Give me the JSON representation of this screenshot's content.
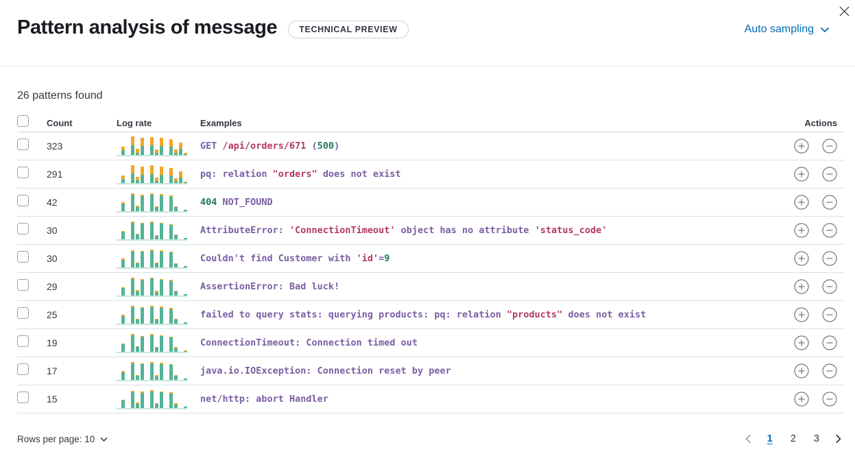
{
  "header": {
    "title": "Pattern analysis of message",
    "badge": "TECHNICAL PREVIEW",
    "sampling_label": "Auto sampling"
  },
  "summary": "26 patterns found",
  "table": {
    "headers": {
      "count": "Count",
      "log_rate": "Log rate",
      "examples": "Examples",
      "actions": "Actions"
    }
  },
  "rows": [
    {
      "count": "323",
      "tokens": [
        {
          "t": "GET",
          "c": "p"
        },
        {
          "t": " /api/orders/671",
          "c": "r"
        },
        {
          "t": " (",
          "c": "p"
        },
        {
          "t": "500",
          "c": "g"
        },
        {
          "t": ")",
          "c": "p"
        }
      ],
      "bars": [
        [
          3,
          0
        ],
        [
          30,
          16
        ],
        [
          3,
          0
        ],
        [
          55,
          43
        ],
        [
          18,
          18
        ],
        [
          50,
          40
        ],
        [
          4,
          0
        ],
        [
          52,
          43
        ],
        [
          16,
          18
        ],
        [
          50,
          41
        ],
        [
          3,
          0
        ],
        [
          46,
          38
        ],
        [
          16,
          16
        ],
        [
          36,
          30
        ],
        [
          10,
          7
        ]
      ]
    },
    {
      "count": "291",
      "tokens": [
        {
          "t": "pq: relation ",
          "c": "p"
        },
        {
          "t": "\"orders\"",
          "c": "r"
        },
        {
          "t": " does not exist",
          "c": "p"
        }
      ],
      "bars": [
        [
          3,
          0
        ],
        [
          28,
          15
        ],
        [
          3,
          0
        ],
        [
          52,
          40
        ],
        [
          20,
          16
        ],
        [
          48,
          38
        ],
        [
          4,
          0
        ],
        [
          50,
          42
        ],
        [
          18,
          16
        ],
        [
          48,
          40
        ],
        [
          3,
          0
        ],
        [
          44,
          36
        ],
        [
          16,
          14
        ],
        [
          34,
          28
        ],
        [
          9,
          6
        ]
      ]
    },
    {
      "count": "42",
      "tokens": [
        {
          "t": "404",
          "c": "g"
        },
        {
          "t": " NOT_FOUND",
          "c": "p"
        }
      ],
      "bars": [
        [
          3,
          0
        ],
        [
          44,
          6
        ],
        [
          3,
          0
        ],
        [
          86,
          7
        ],
        [
          28,
          4
        ],
        [
          80,
          6
        ],
        [
          4,
          0
        ],
        [
          86,
          7
        ],
        [
          26,
          4
        ],
        [
          84,
          6
        ],
        [
          3,
          0
        ],
        [
          78,
          6
        ],
        [
          26,
          4
        ],
        [
          3,
          0
        ],
        [
          12,
          2
        ]
      ]
    },
    {
      "count": "30",
      "tokens": [
        {
          "t": "AttributeError: ",
          "c": "p"
        },
        {
          "t": "'ConnectionTimeout'",
          "c": "r"
        },
        {
          "t": " object has no attribute ",
          "c": "p"
        },
        {
          "t": "'status_code'",
          "c": "r"
        }
      ],
      "bars": [
        [
          3,
          0
        ],
        [
          42,
          4
        ],
        [
          3,
          0
        ],
        [
          88,
          5
        ],
        [
          30,
          4
        ],
        [
          82,
          4
        ],
        [
          4,
          0
        ],
        [
          88,
          5
        ],
        [
          24,
          4
        ],
        [
          84,
          4
        ],
        [
          3,
          0
        ],
        [
          76,
          4
        ],
        [
          26,
          4
        ],
        [
          3,
          0
        ],
        [
          13,
          2
        ]
      ]
    },
    {
      "count": "30",
      "tokens": [
        {
          "t": "Couldn't find Customer with ",
          "c": "p"
        },
        {
          "t": "'id'",
          "c": "r"
        },
        {
          "t": "=",
          "c": "p"
        },
        {
          "t": "9",
          "c": "g"
        }
      ],
      "bars": [
        [
          3,
          0
        ],
        [
          45,
          5
        ],
        [
          3,
          0
        ],
        [
          85,
          6
        ],
        [
          27,
          3
        ],
        [
          82,
          5
        ],
        [
          4,
          0
        ],
        [
          87,
          6
        ],
        [
          26,
          4
        ],
        [
          85,
          5
        ],
        [
          3,
          0
        ],
        [
          79,
          5
        ],
        [
          25,
          3
        ],
        [
          3,
          0
        ],
        [
          12,
          2
        ]
      ]
    },
    {
      "count": "29",
      "tokens": [
        {
          "t": "AssertionError: Bad luck!",
          "c": "p"
        }
      ],
      "bars": [
        [
          3,
          0
        ],
        [
          43,
          5
        ],
        [
          3,
          0
        ],
        [
          87,
          6
        ],
        [
          28,
          4
        ],
        [
          81,
          5
        ],
        [
          4,
          0
        ],
        [
          89,
          6
        ],
        [
          25,
          4
        ],
        [
          83,
          5
        ],
        [
          3,
          0
        ],
        [
          77,
          5
        ],
        [
          27,
          4
        ],
        [
          3,
          0
        ],
        [
          12,
          2
        ]
      ]
    },
    {
      "count": "25",
      "tokens": [
        {
          "t": "failed to query stats: querying products: pq: relation ",
          "c": "p"
        },
        {
          "t": "\"products\"",
          "c": "r"
        },
        {
          "t": " does not exist",
          "c": "p"
        }
      ],
      "bars": [
        [
          3,
          0
        ],
        [
          44,
          5
        ],
        [
          3,
          0
        ],
        [
          88,
          6
        ],
        [
          26,
          4
        ],
        [
          82,
          5
        ],
        [
          4,
          0
        ],
        [
          86,
          6
        ],
        [
          27,
          4
        ],
        [
          84,
          5
        ],
        [
          3,
          0
        ],
        [
          78,
          5
        ],
        [
          26,
          4
        ],
        [
          3,
          0
        ],
        [
          12,
          2
        ]
      ]
    },
    {
      "count": "19",
      "tokens": [
        {
          "t": "ConnectionTimeout: Connection timed out",
          "c": "p"
        }
      ],
      "bars": [
        [
          3,
          0
        ],
        [
          42,
          4
        ],
        [
          3,
          0
        ],
        [
          86,
          6
        ],
        [
          29,
          4
        ],
        [
          80,
          5
        ],
        [
          4,
          0
        ],
        [
          88,
          6
        ],
        [
          26,
          4
        ],
        [
          82,
          5
        ],
        [
          3,
          0
        ],
        [
          76,
          5
        ],
        [
          25,
          4
        ],
        [
          3,
          0
        ],
        [
          11,
          2
        ]
      ]
    },
    {
      "count": "17",
      "tokens": [
        {
          "t": "java.io.IOException: Connection reset by peer",
          "c": "p"
        }
      ],
      "bars": [
        [
          3,
          0
        ],
        [
          45,
          5
        ],
        [
          3,
          0
        ],
        [
          87,
          6
        ],
        [
          27,
          4
        ],
        [
          83,
          5
        ],
        [
          4,
          0
        ],
        [
          87,
          6
        ],
        [
          25,
          4
        ],
        [
          85,
          5
        ],
        [
          3,
          0
        ],
        [
          79,
          5
        ],
        [
          26,
          4
        ],
        [
          3,
          0
        ],
        [
          12,
          2
        ]
      ]
    },
    {
      "count": "15",
      "tokens": [
        {
          "t": "net/http: abort Handler",
          "c": "p"
        }
      ],
      "bars": [
        [
          3,
          0
        ],
        [
          43,
          5
        ],
        [
          3,
          0
        ],
        [
          85,
          6
        ],
        [
          28,
          4
        ],
        [
          81,
          5
        ],
        [
          4,
          0
        ],
        [
          88,
          6
        ],
        [
          26,
          4
        ],
        [
          83,
          5
        ],
        [
          3,
          0
        ],
        [
          77,
          5
        ],
        [
          25,
          4
        ],
        [
          3,
          0
        ],
        [
          12,
          2
        ]
      ]
    }
  ],
  "footer": {
    "rows_per_page": "Rows per page: 10",
    "pages": [
      "1",
      "2",
      "3"
    ],
    "active_page": "1"
  },
  "colors": {
    "teal": "#54B399",
    "teal-pale": "#C6E6DB",
    "orange": "#F5A623",
    "purple": "#7A5EA3",
    "maroon": "#B2385F",
    "green": "#22755F",
    "link": "#006BB4"
  }
}
